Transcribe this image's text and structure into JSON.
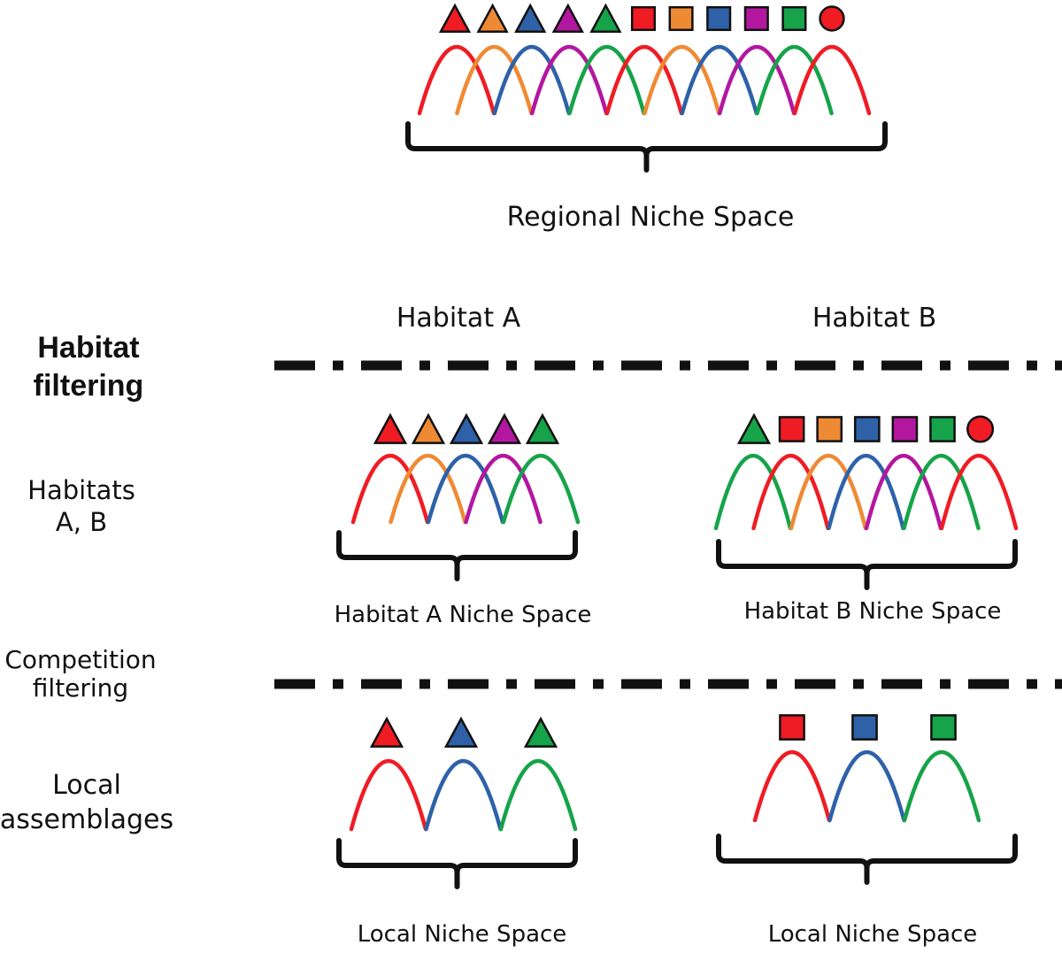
{
  "colors": {
    "red": "#ef1c24",
    "orange": "#ef8a34",
    "blue": "#2e61a8",
    "purple": "#b3179f",
    "green": "#16a349",
    "stroke": "#111111"
  },
  "regional": {
    "label": "Regional Niche Space",
    "species": [
      "triangle-red",
      "triangle-orange",
      "triangle-blue",
      "triangle-purple",
      "triangle-green",
      "square-red",
      "square-orange",
      "square-blue",
      "square-purple",
      "square-green",
      "circle-red"
    ]
  },
  "habitat_a": {
    "header": "Habitat A",
    "niche_label": "Habitat A Niche Space",
    "species": [
      "triangle-red",
      "triangle-orange",
      "triangle-blue",
      "triangle-purple",
      "triangle-green"
    ],
    "local_label": "Local Niche Space",
    "local_species": [
      "triangle-red",
      "triangle-blue",
      "triangle-green"
    ]
  },
  "habitat_b": {
    "header": "Habitat B",
    "niche_label": "Habitat B Niche Space",
    "species": [
      "triangle-green",
      "square-red",
      "square-orange",
      "square-blue",
      "square-purple",
      "square-green",
      "circle-red"
    ],
    "local_label": "Local Niche Space",
    "local_species": [
      "square-red",
      "square-blue",
      "square-green"
    ]
  },
  "side_labels": {
    "habitat_filtering_1": "Habitat",
    "habitat_filtering_2": "filtering",
    "habitats_1": "Habitats",
    "habitats_2": "A, B",
    "competition_1": "Competition",
    "competition_2": "filtering",
    "local_1": "Local",
    "local_2": "assemblages"
  }
}
